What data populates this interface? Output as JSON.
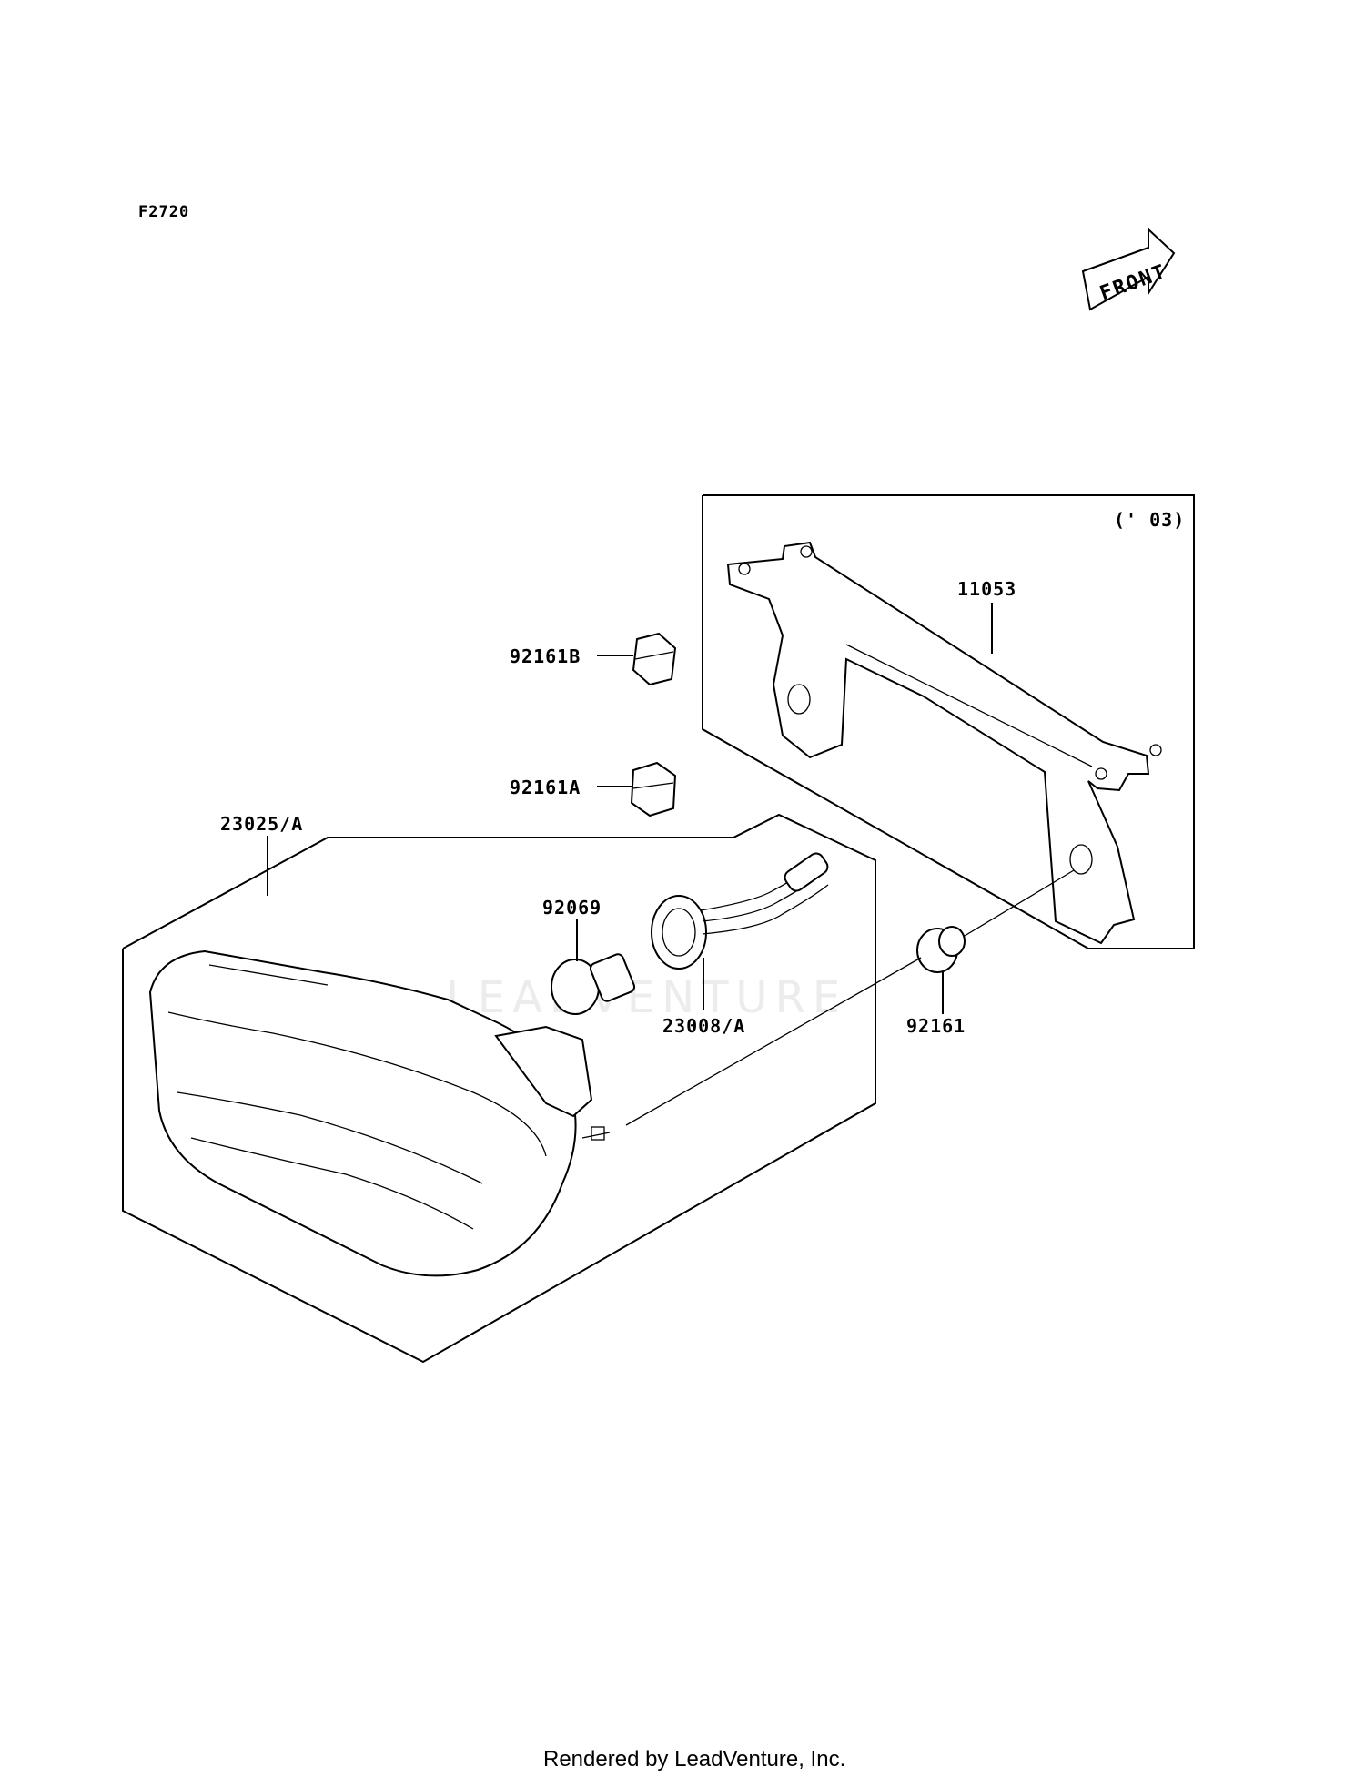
{
  "diagram": {
    "code": "F2720",
    "front_arrow": "FRONT",
    "inset_note": "(' 03)",
    "callouts": {
      "bracket": "11053",
      "damper_b": "92161B",
      "damper_a": "92161A",
      "tail_lamp": "23025/A",
      "bulb": "92069",
      "socket": "23008/A",
      "grommet": "92161"
    },
    "watermark": "LEADVENTURE",
    "footer": "Rendered by LeadVenture, Inc."
  }
}
